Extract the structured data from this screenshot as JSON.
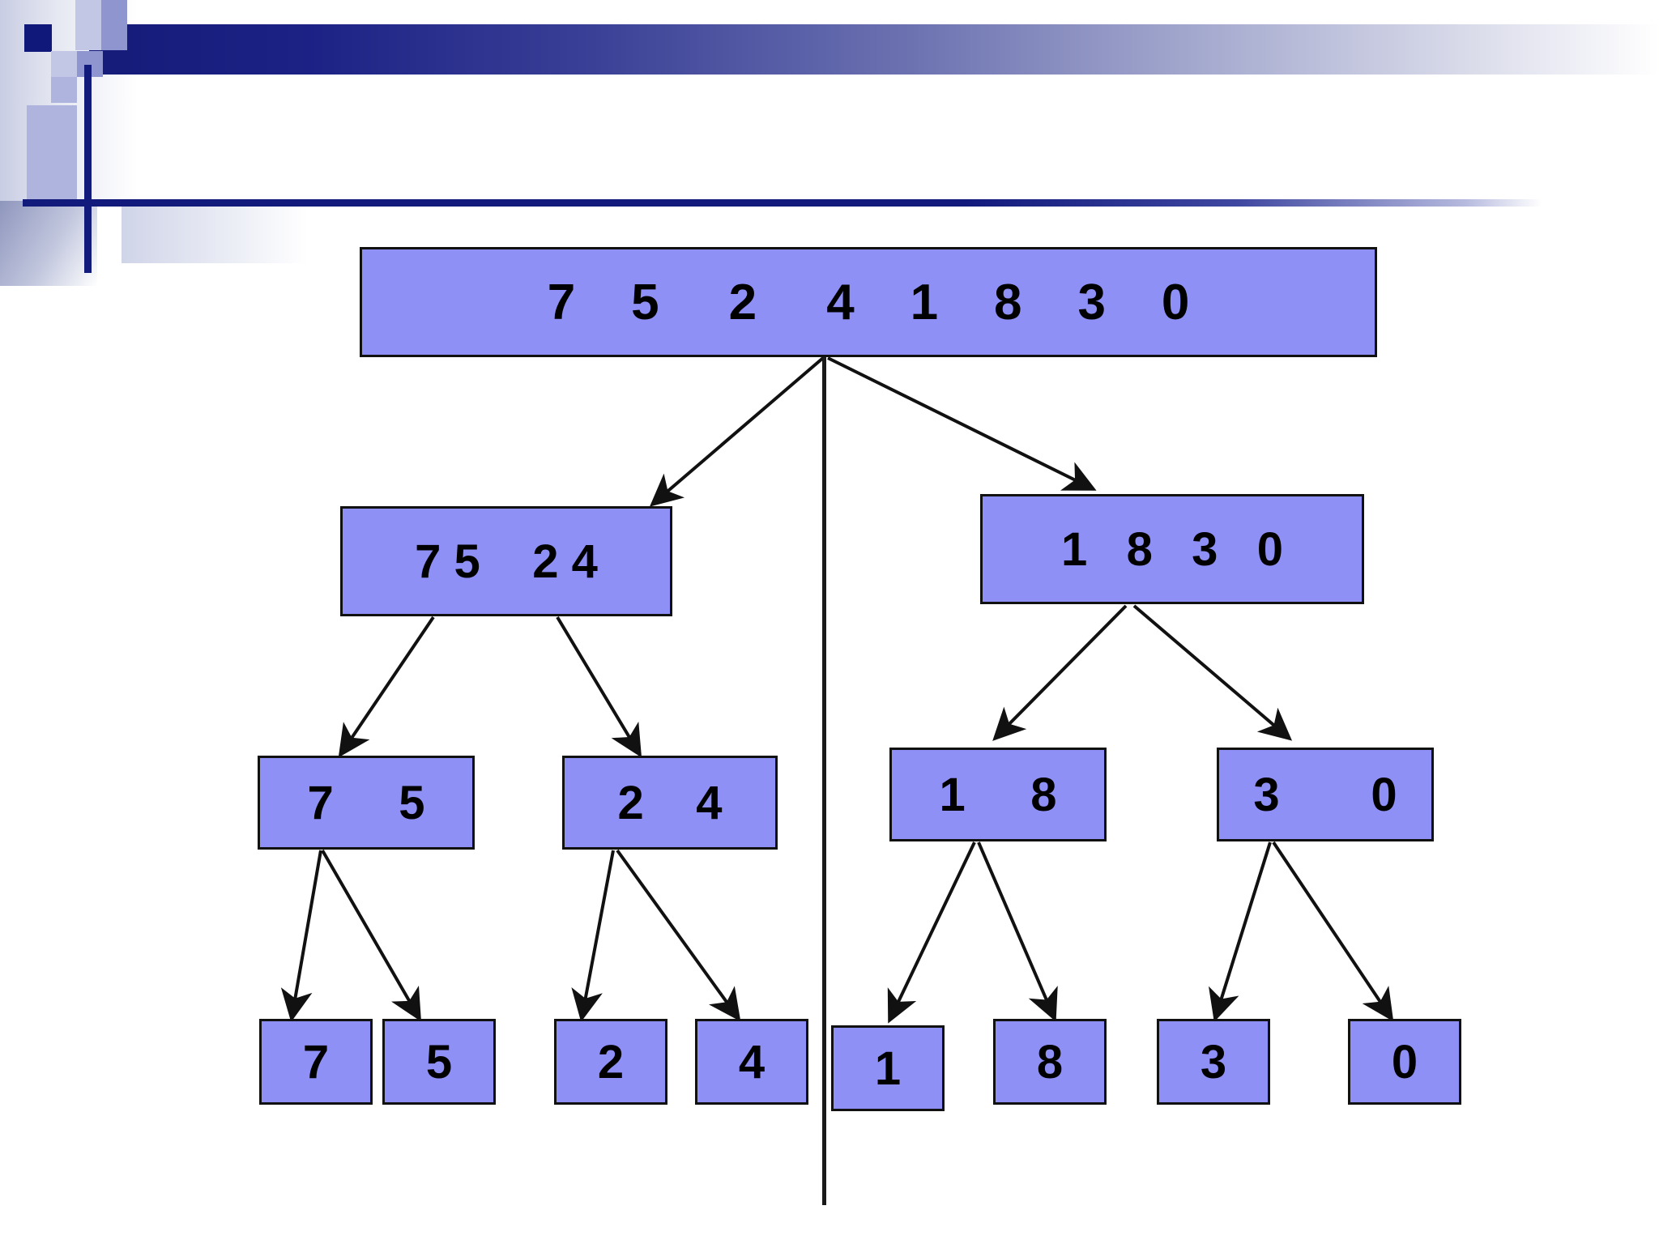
{
  "slide": {
    "theme_colors": {
      "header_navy": "#121a7c",
      "node_fill": "#8e90f5",
      "node_border": "#111111",
      "accent_mid": "#8f96cf",
      "accent_light": "#c3c7e6"
    }
  },
  "diagram": {
    "type": "merge-sort-split-tree",
    "divider_label": "center-split-line",
    "levels": [
      {
        "level": 0,
        "nodes": [
          {
            "id": "root",
            "label": "7    5     2     4    1    8    3    0"
          }
        ]
      },
      {
        "level": 1,
        "nodes": [
          {
            "id": "L1",
            "label": "7 5    2 4"
          },
          {
            "id": "R1",
            "label": "1   8   3   0"
          }
        ]
      },
      {
        "level": 2,
        "nodes": [
          {
            "id": "L2a",
            "label": "7     5"
          },
          {
            "id": "L2b",
            "label": "2    4"
          },
          {
            "id": "R2a",
            "label": "1     8"
          },
          {
            "id": "R2b",
            "label": "3       0"
          }
        ]
      },
      {
        "level": 3,
        "nodes": [
          {
            "id": "L3a",
            "label": "7"
          },
          {
            "id": "L3b",
            "label": "5"
          },
          {
            "id": "L3c",
            "label": "2"
          },
          {
            "id": "L3d",
            "label": "4"
          },
          {
            "id": "R3a",
            "label": "1"
          },
          {
            "id": "R3b",
            "label": "8"
          },
          {
            "id": "R3c",
            "label": "3"
          },
          {
            "id": "R3d",
            "label": "0"
          }
        ]
      }
    ],
    "edges": [
      {
        "from": "root",
        "to": "L1"
      },
      {
        "from": "root",
        "to": "R1"
      },
      {
        "from": "L1",
        "to": "L2a"
      },
      {
        "from": "L1",
        "to": "L2b"
      },
      {
        "from": "R1",
        "to": "R2a"
      },
      {
        "from": "R1",
        "to": "R2b"
      },
      {
        "from": "L2a",
        "to": "L3a"
      },
      {
        "from": "L2a",
        "to": "L3b"
      },
      {
        "from": "L2b",
        "to": "L3c"
      },
      {
        "from": "L2b",
        "to": "L3d"
      },
      {
        "from": "R2a",
        "to": "R3a"
      },
      {
        "from": "R2a",
        "to": "R3b"
      },
      {
        "from": "R2b",
        "to": "R3c"
      },
      {
        "from": "R2b",
        "to": "R3d"
      }
    ]
  }
}
